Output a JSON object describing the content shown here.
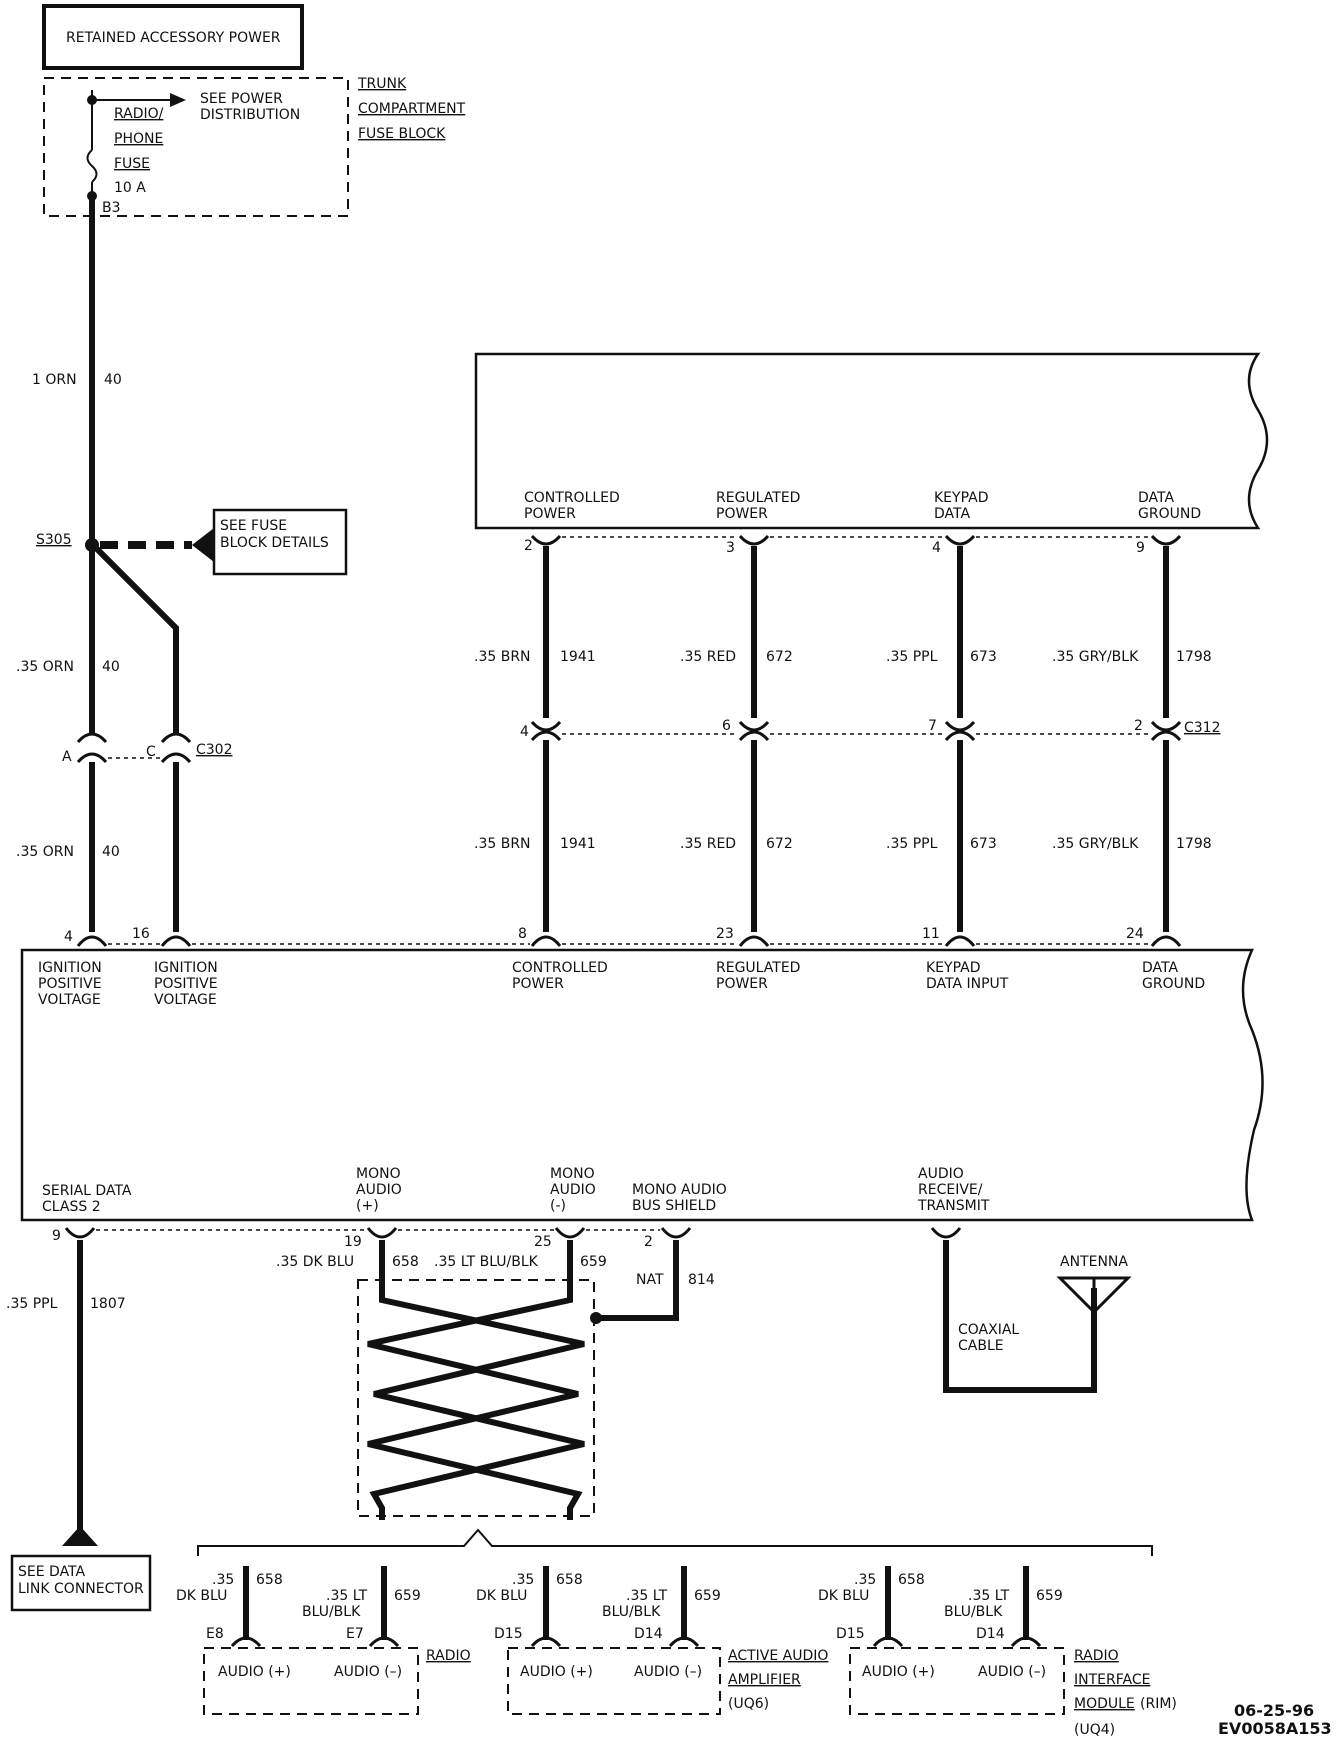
{
  "labels": {
    "retained_accessory_power": "RETAINED ACCESSORY POWER",
    "see_power_dist_1": "SEE POWER",
    "see_power_dist_2": "DISTRIBUTION",
    "fuse_radio": "RADIO/",
    "fuse_phone": "PHONE",
    "fuse_fuse": "FUSE",
    "fuse_rating": "10 A",
    "fuse_pin": "B3",
    "trunk_1": "TRUNK",
    "trunk_2": "COMPARTMENT",
    "trunk_3": "FUSE BLOCK",
    "wire_1orn": "1 ORN",
    "wire_40a": "40",
    "splice": "S305",
    "see_fuse_1": "SEE FUSE",
    "see_fuse_2": "BLOCK DETAILS",
    "wire_35orn_1": ".35 ORN",
    "wire_40b": "40",
    "conn_a": "A",
    "conn_c": "C",
    "c302": "C302",
    "wire_35orn_2": ".35 ORN",
    "wire_40c": "40",
    "pin_4": "4",
    "pin_16": "16",
    "ign_1a": "IGNITION",
    "ign_1b": "POSITIVE",
    "ign_1c": "VOLTAGE",
    "ign_2a": "IGNITION",
    "ign_2b": "POSITIVE",
    "ign_2c": "VOLTAGE",
    "top_cp_1": "CONTROLLED",
    "top_cp_2": "POWER",
    "top_rp_1": "REGULATED",
    "top_rp_2": "POWER",
    "top_kd_1": "KEYPAD",
    "top_kd_2": "DATA",
    "top_dg_1": "DATA",
    "top_dg_2": "GROUND",
    "tp_2": "2",
    "tp_3": "3",
    "tp_4": "4",
    "tp_9": "9",
    "w_brn_1": ".35 BRN",
    "w_1941_1": "1941",
    "w_red_1": ".35 RED",
    "w_672_1": "672",
    "w_ppl_1": ".35 PPL",
    "w_673_1": "673",
    "w_gry_1": ".35 GRY/BLK",
    "w_1798_1": "1798",
    "mp_4": "4",
    "mp_6": "6",
    "mp_7": "7",
    "mp_2": "2",
    "c312": "C312",
    "w_brn_2": ".35 BRN",
    "w_1941_2": "1941",
    "w_red_2": ".35 RED",
    "w_672_2": "672",
    "w_ppl_2": ".35 PPL",
    "w_673_2": "673",
    "w_gry_2": ".35 GRY/BLK",
    "w_1798_2": "1798",
    "bp_8": "8",
    "bp_23": "23",
    "bp_11": "11",
    "bp_24": "24",
    "m_cp_1": "CONTROLLED",
    "m_cp_2": "POWER",
    "m_rp_1": "REGULATED",
    "m_rp_2": "POWER",
    "m_kd_1": "KEYPAD",
    "m_kd_2": "DATA INPUT",
    "m_dg_1": "DATA",
    "m_dg_2": "GROUND",
    "sd_1": "SERIAL DATA",
    "sd_2": "CLASS 2",
    "ma_p_1": "MONO",
    "ma_p_2": "AUDIO",
    "ma_p_3": "(+)",
    "ma_n_1": "MONO",
    "ma_n_2": "AUDIO",
    "ma_n_3": "(-)",
    "mabs_1": "MONO AUDIO",
    "mabs_2": "BUS SHIELD",
    "art_1": "AUDIO",
    "art_2": "RECEIVE/",
    "art_3": "TRANSMIT",
    "lp_9": "9",
    "lp_19": "19",
    "lp_25": "25",
    "lp_2": "2",
    "w_dkblu": ".35 DK BLU",
    "w_658": "658",
    "w_ltblu": ".35 LT BLU/BLK",
    "w_659": "659",
    "w_nat": "NAT",
    "w_814": "814",
    "w_ppl_sd": ".35 PPL",
    "w_1807": "1807",
    "antenna": "ANTENNA",
    "coax_1": "COAXIAL",
    "coax_2": "CABLE",
    "see_dlc_1": "SEE DATA",
    "see_dlc_2": "LINK CONNECTOR",
    "r_w1a": ".35",
    "r_w1b": "DK BLU",
    "r_w1c": "658",
    "r_w2a": ".35 LT",
    "r_w2b": "BLU/BLK",
    "r_w2c": "659",
    "r_p1": "E8",
    "r_p2": "E7",
    "r_ap": "AUDIO (+)",
    "r_an": "AUDIO (–)",
    "r_name": "RADIO",
    "a_w1a": ".35",
    "a_w1b": "DK BLU",
    "a_w1c": "658",
    "a_w2a": ".35 LT",
    "a_w2b": "BLU/BLK",
    "a_w2c": "659",
    "a_p1": "D15",
    "a_p2": "D14",
    "a_ap": "AUDIO (+)",
    "a_an": "AUDIO (–)",
    "a_name_1": "ACTIVE AUDIO",
    "a_name_2": "AMPLIFIER",
    "a_name_3": "(UQ6)",
    "m_w1a": ".35",
    "m_w1b": "DK BLU",
    "m_w1c": "658",
    "m_w2a": ".35 LT",
    "m_w2b": "BLU/BLK",
    "m_w2c": "659",
    "m_p1": "D15",
    "m_p2": "D14",
    "m_ap": "AUDIO (+)",
    "m_an": "AUDIO (–)",
    "m_name_1": "RADIO",
    "m_name_2": "INTERFACE",
    "m_name_3": "MODULE",
    "m_name_3b": "(RIM)",
    "m_name_4": "(UQ4)",
    "date": "06-25-96",
    "code": "EV0058A153"
  }
}
